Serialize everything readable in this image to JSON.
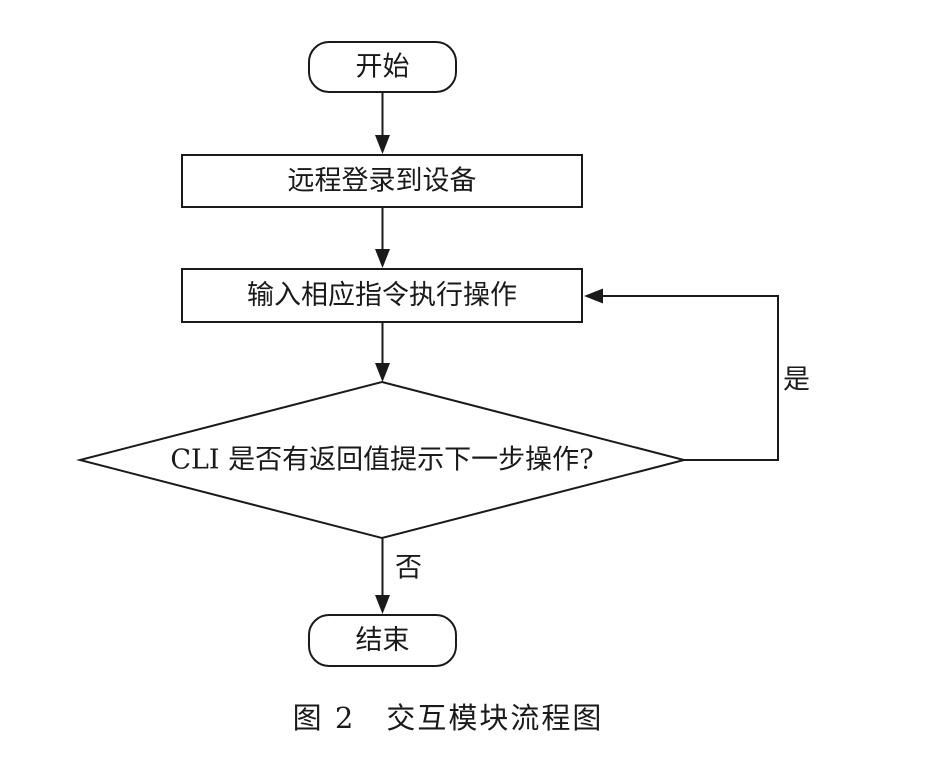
{
  "nodes": {
    "start": "开始",
    "login": "远程登录到设备",
    "input": "输入相应指令执行操作",
    "decision": "CLI 是否有返回值提示下一步操作?",
    "end": "结束"
  },
  "edges": {
    "yes_label": "是",
    "no_label": "否"
  },
  "caption": "图 2　交互模块流程图"
}
